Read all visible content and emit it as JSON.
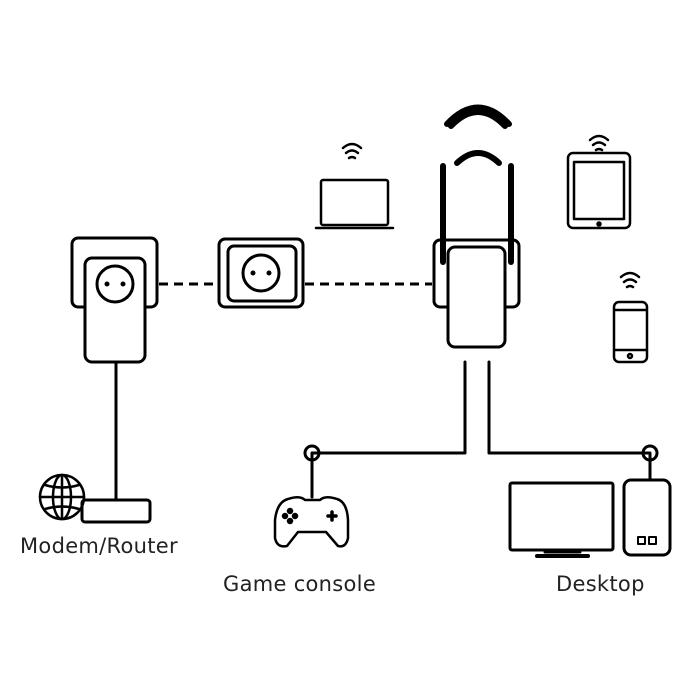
{
  "labels": {
    "modem_router": "Modem/Router",
    "game_console": "Game console",
    "desktop": "Desktop"
  },
  "colors": {
    "stroke": "#000000",
    "text": "#222222",
    "background": "#ffffff"
  },
  "icons": [
    "globe-icon",
    "router-icon",
    "powerline-adapter-icon",
    "wall-socket-icon",
    "wifi-extender-icon",
    "laptop-icon",
    "tablet-icon",
    "smartphone-icon",
    "wifi-icon",
    "gamepad-icon",
    "monitor-icon",
    "pc-tower-icon"
  ]
}
